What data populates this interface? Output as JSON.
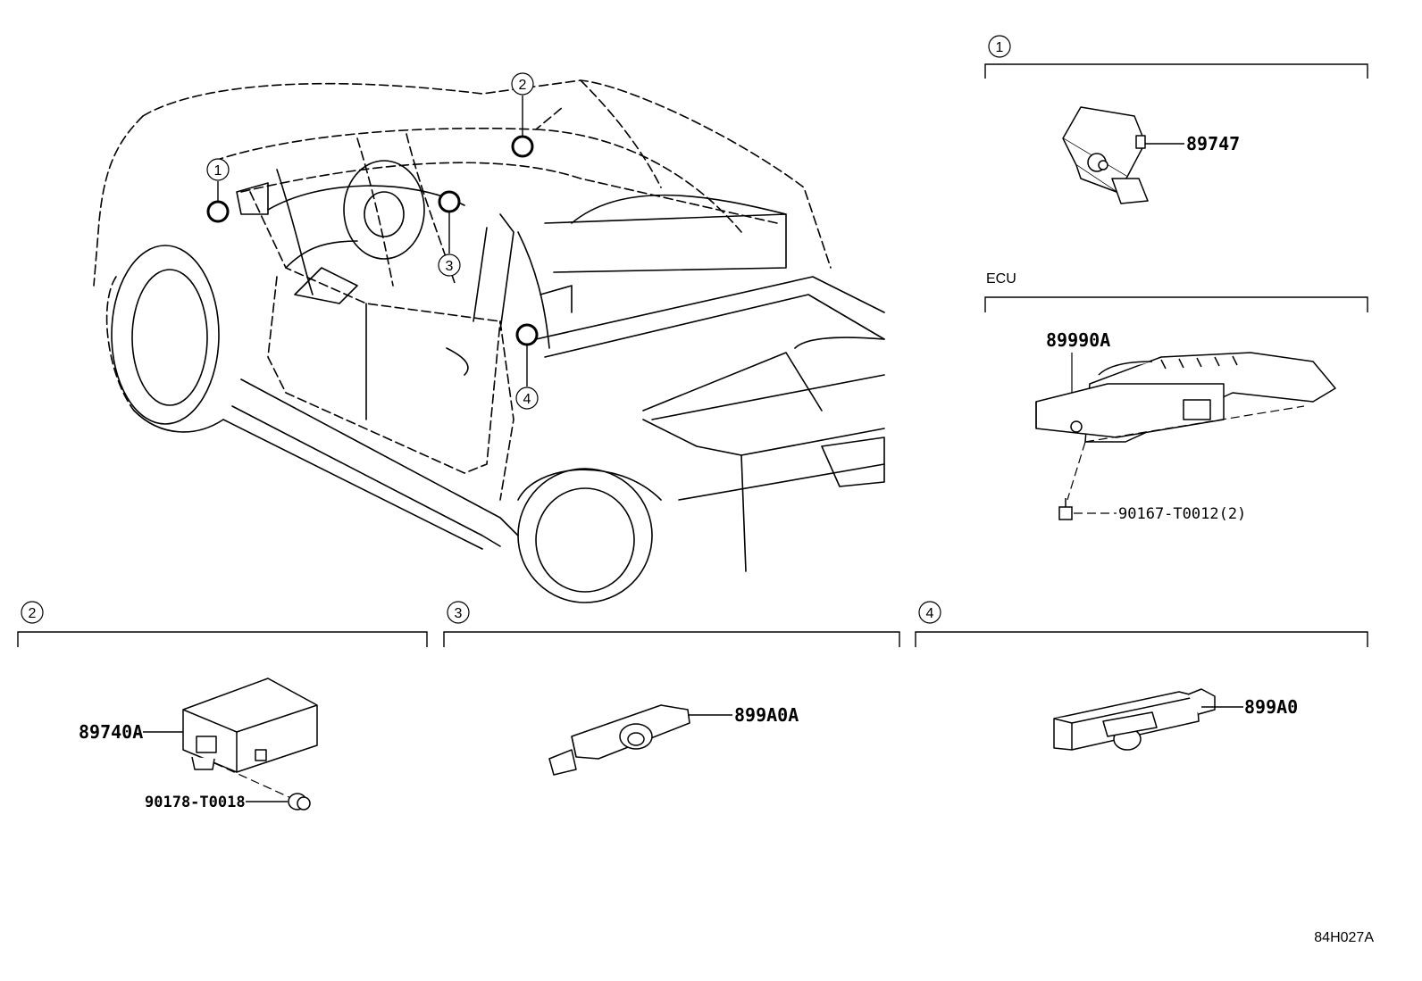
{
  "markers": {
    "m1": "1",
    "m2": "2",
    "m3": "3",
    "m4": "4"
  },
  "sections": {
    "s1": {
      "marker": "1",
      "part": "89747"
    },
    "ecu": {
      "title": "ECU",
      "part": "89990A",
      "bolt": "90167-T0012(2)"
    },
    "s2": {
      "marker": "2",
      "part": "89740A",
      "clip": "90178-T0018"
    },
    "s3": {
      "marker": "3",
      "part": "899A0A"
    },
    "s4": {
      "marker": "4",
      "part": "899A0"
    }
  },
  "diagram_code": "84H027A"
}
